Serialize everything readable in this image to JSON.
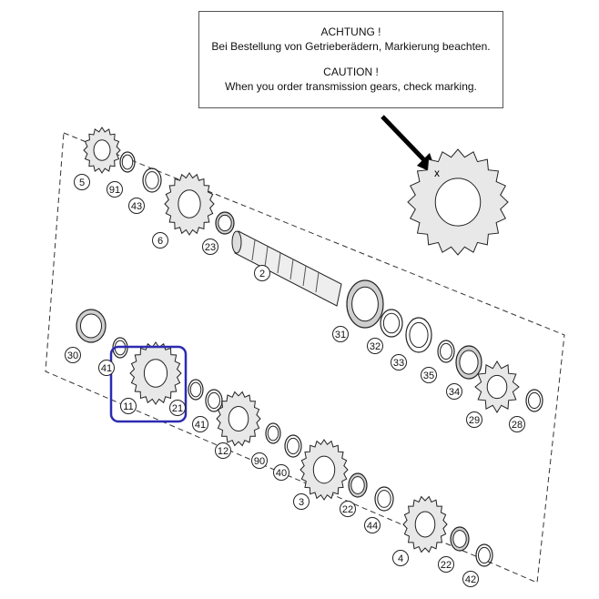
{
  "notice": {
    "de_title": "ACHTUNG !",
    "de_text": "Bei Bestellung von Getrieberädern, Markierung beachten.",
    "en_title": "CAUTION !",
    "en_text": "When you order transmission gears, check marking."
  },
  "marking_symbol": "x",
  "highlight_color": "#2b2bb0",
  "parts": [
    {
      "id": "5",
      "label": "5"
    },
    {
      "id": "91",
      "label": "91"
    },
    {
      "id": "43",
      "label": "43"
    },
    {
      "id": "6",
      "label": "6"
    },
    {
      "id": "23",
      "label": "23"
    },
    {
      "id": "2",
      "label": "2"
    },
    {
      "id": "31",
      "label": "31"
    },
    {
      "id": "32",
      "label": "32"
    },
    {
      "id": "33",
      "label": "33"
    },
    {
      "id": "35",
      "label": "35"
    },
    {
      "id": "34",
      "label": "34"
    },
    {
      "id": "29",
      "label": "29"
    },
    {
      "id": "28",
      "label": "28"
    },
    {
      "id": "30",
      "label": "30"
    },
    {
      "id": "41a",
      "label": "41"
    },
    {
      "id": "11",
      "label": "11"
    },
    {
      "id": "21",
      "label": "21"
    },
    {
      "id": "41b",
      "label": "41"
    },
    {
      "id": "12",
      "label": "12"
    },
    {
      "id": "90",
      "label": "90"
    },
    {
      "id": "40",
      "label": "40"
    },
    {
      "id": "3",
      "label": "3"
    },
    {
      "id": "22a",
      "label": "22"
    },
    {
      "id": "44",
      "label": "44"
    },
    {
      "id": "4",
      "label": "4"
    },
    {
      "id": "22b",
      "label": "22"
    },
    {
      "id": "42",
      "label": "42"
    }
  ]
}
